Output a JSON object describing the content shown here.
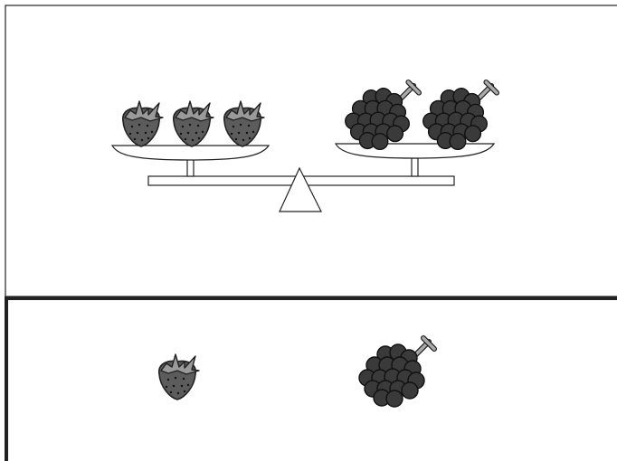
{
  "scene": {
    "type": "balance-scale-comparison",
    "top_panel": {
      "left_pan": {
        "item": "strawberry-icon",
        "count": 3
      },
      "right_pan": {
        "item": "grape-bunch-icon",
        "count": 2
      },
      "balanced": true
    },
    "bottom_panel": {
      "items": [
        "strawberry-icon",
        "grape-bunch-icon"
      ]
    }
  },
  "colors": {
    "fruit_fill": "#5c5c5c",
    "grape_fill": "#3a3a3a",
    "outline": "#222222",
    "scale_fill": "#ffffff",
    "panel_border": "#222222"
  }
}
